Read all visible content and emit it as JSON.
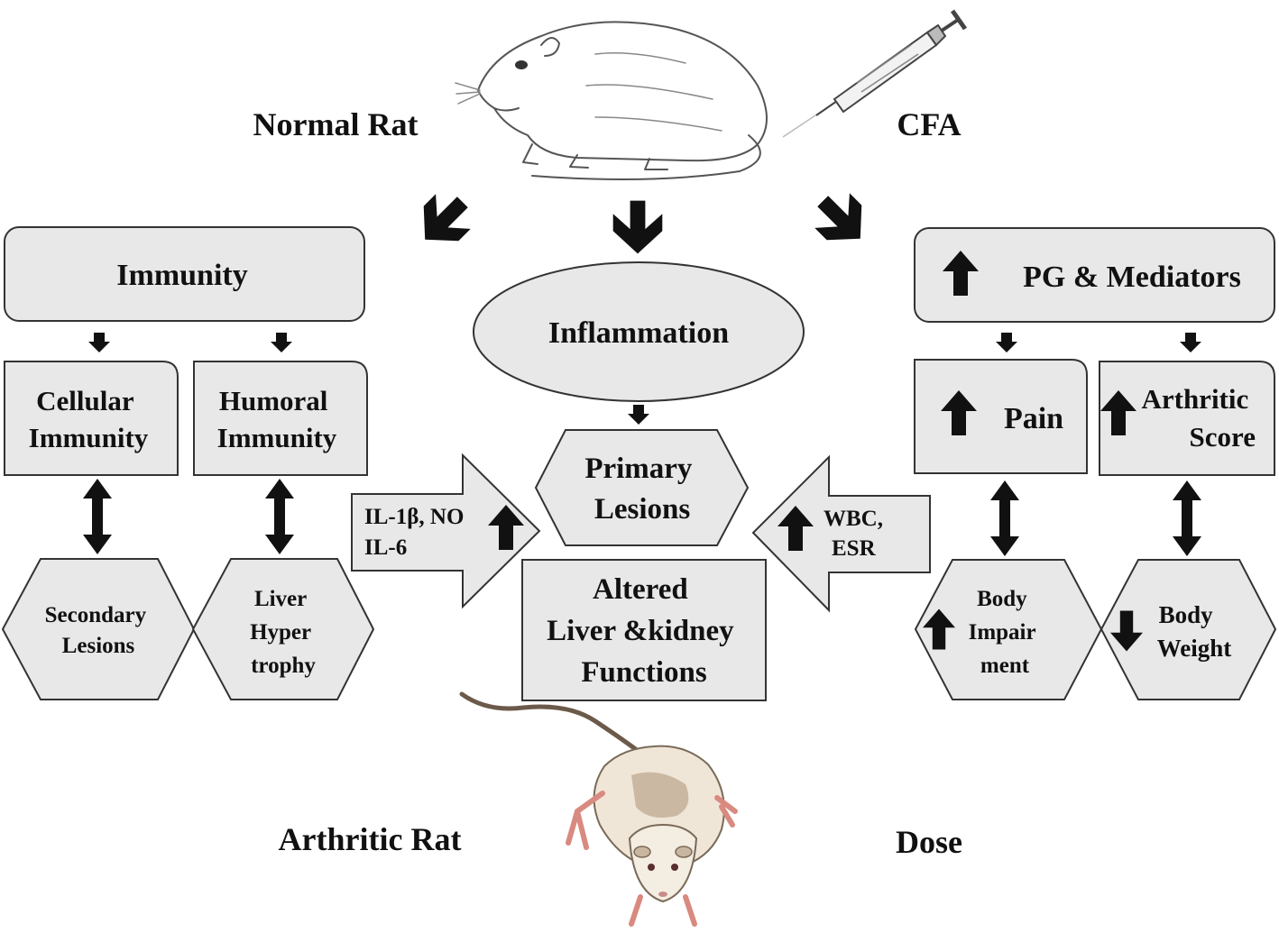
{
  "labels": {
    "normal_rat": "Normal Rat",
    "cfa": "CFA",
    "arthritic_rat": "Arthritic Rat",
    "dose": "Dose"
  },
  "left": {
    "immunity": "Immunity",
    "cellular_line1": "Cellular",
    "cellular_line2": "Immunity",
    "humoral_line1": "Humoral",
    "humoral_line2": "Immunity",
    "secondary_line1": "Secondary",
    "secondary_line2": "Lesions",
    "liver_line1": "Liver",
    "liver_line2": "Hyper",
    "liver_line3": "trophy"
  },
  "center": {
    "inflammation": "Inflammation",
    "primary_line1": "Primary",
    "primary_line2": "Lesions",
    "altered_line1": "Altered",
    "altered_line2": "Liver &kidney",
    "altered_line3": "Functions",
    "cytokines_line1": "IL-1β, NO",
    "cytokines_line2": "IL-6",
    "blood_line1": "WBC,",
    "blood_line2": "ESR"
  },
  "right": {
    "pg_mediators": "PG & Mediators",
    "pain": "Pain",
    "arthritic_line1": "Arthritic",
    "arthritic_line2": "Score",
    "impairment_line1": "Body",
    "impairment_line2": "Impair",
    "impairment_line3": "ment",
    "weight_line1": "Body",
    "weight_line2": "Weight"
  },
  "icons": {
    "increase": "up-arrow-icon",
    "decrease": "down-arrow-icon",
    "flow": "down-arrow-icon",
    "bidirectional": "double-arrow-icon",
    "normal_rat": "rat-sketch-icon",
    "syringe": "syringe-icon",
    "arthritic_rat": "arthritic-rat-icon"
  },
  "colors": {
    "box_fill": "#e8e8e8",
    "box_stroke": "#333333",
    "arrow": "#111111"
  }
}
